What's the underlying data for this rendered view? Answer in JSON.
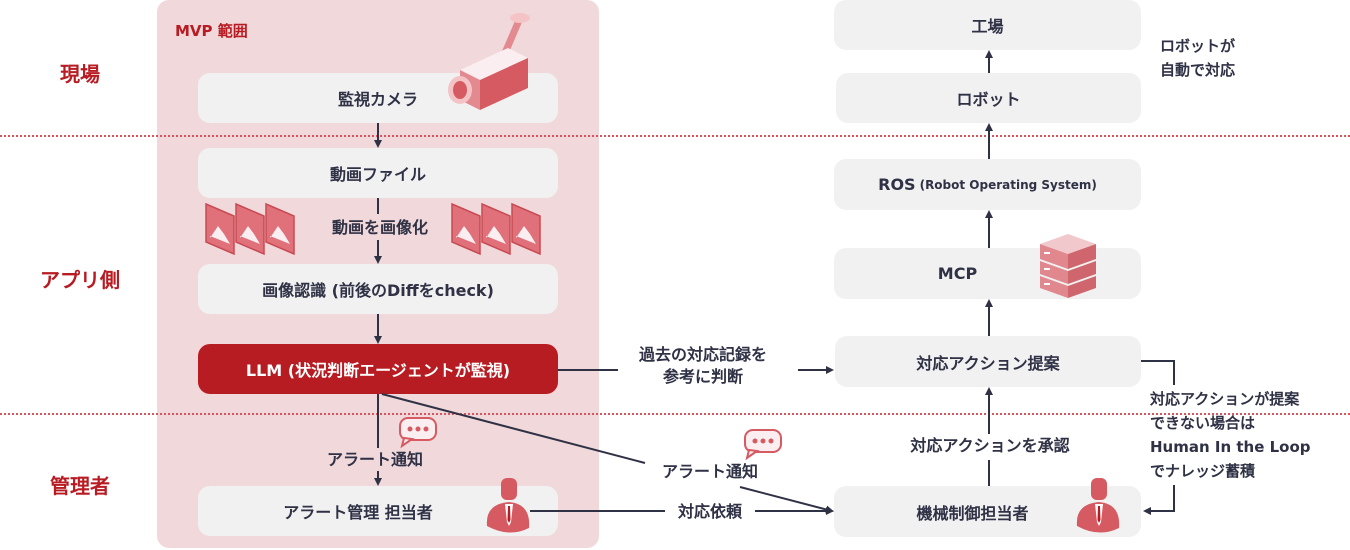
{
  "zones": {
    "field": "現場",
    "app": "アプリ側",
    "admin": "管理者"
  },
  "mvp": {
    "title": "MVP 範囲"
  },
  "left_flow": {
    "camera": "監視カメラ",
    "video_file": "動画ファイル",
    "video_to_image": "動画を画像化",
    "image_recognition": "画像認識 (前後のDiffをcheck)",
    "llm": "LLM (状況判断エージェントが監視)",
    "alert_notify": "アラート通知",
    "alert_manager": "アラート管理 担当者"
  },
  "middle": {
    "past_records_line1": "過去の対応記録を",
    "past_records_line2": "参考に判断",
    "alert_notify": "アラート通知",
    "request": "対応依頼"
  },
  "right_flow": {
    "factory": "工場",
    "robot": "ロボット",
    "ros_main": "ROS",
    "ros_sub": "(Robot Operating System)",
    "mcp": "MCP",
    "action_proposal": "対応アクション提案",
    "approve": "対応アクションを承認",
    "machine_operator": "機械制御担当者"
  },
  "side_notes": {
    "robot_auto_line1": "ロボットが",
    "robot_auto_line2": "自動で対応",
    "hitl_line1": "対応アクションが提案",
    "hitl_line2": "できない場合は",
    "hitl_line3": "Human In the Loop",
    "hitl_line4": "でナレッジ蓄積"
  },
  "colors": {
    "accent_red": "#b81c23",
    "mvp_background": "#f1d9db",
    "box_background": "#f1f1f2",
    "text_dark": "#2f3145",
    "icon_red": "#d65a62"
  }
}
